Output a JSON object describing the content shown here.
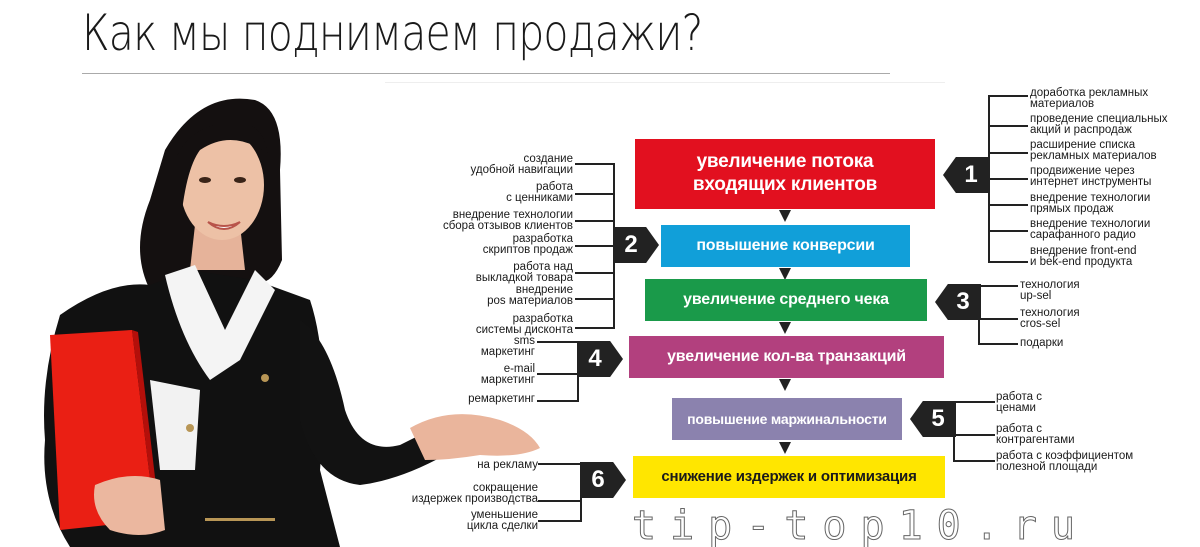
{
  "title": "Как мы поднимаем продажи?",
  "colors": {
    "step1": "#e2101f",
    "step2": "#119fd9",
    "step3": "#1a9a4a",
    "step4": "#b2407e",
    "step5": "#8b82ae",
    "step6": "#ffe600",
    "badge": "#222222"
  },
  "steps": [
    {
      "number": "1",
      "line1": "увеличение потока",
      "line2": "входящих клиентов",
      "branches": [
        [
          "доработка рекламных",
          "материалов"
        ],
        [
          "проведение специальных",
          "акций и распродаж"
        ],
        [
          "расширение списка",
          "рекламных материалов"
        ],
        [
          "продвижение через",
          "интернет инструменты"
        ],
        [
          "внедрение технологии",
          "прямых продаж"
        ],
        [
          "внедрение технологии",
          "сарафанного радио"
        ],
        [
          "внедрение front-end",
          "и bek-end продукта"
        ]
      ]
    },
    {
      "number": "2",
      "label": "повышение конверсии",
      "branches": [
        [
          "создание",
          "удобной навигации"
        ],
        [
          "работа",
          "с ценниками"
        ],
        [
          "внедрение технологии",
          "сбора отзывов клиентов"
        ],
        [
          "разработка",
          "скриптов продаж"
        ],
        [
          "работа над",
          "выкладкой товара"
        ],
        [
          "внедрение",
          "pos материалов"
        ],
        [
          "разработка",
          "системы дисконта"
        ]
      ]
    },
    {
      "number": "3",
      "label": "увеличение среднего чека",
      "branches": [
        [
          "технология",
          "up-sel"
        ],
        [
          "технология",
          "cros-sel"
        ],
        [
          "подарки"
        ]
      ]
    },
    {
      "number": "4",
      "label": "увеличение кол-ва транзакций",
      "branches": [
        [
          "sms",
          "маркетинг"
        ],
        [
          "e-mail",
          "маркетинг"
        ],
        [
          "ремаркетинг"
        ]
      ]
    },
    {
      "number": "5",
      "label": "повышение маржинальности",
      "branches": [
        [
          "работа с",
          "ценами"
        ],
        [
          "работа с",
          "контрагентами"
        ],
        [
          "работа с коэффициентом",
          "полезной площади"
        ]
      ]
    },
    {
      "number": "6",
      "label": "снижение издержек и оптимизация",
      "branches": [
        [
          "на рекламу"
        ],
        [
          "сокращение",
          "издержек производства"
        ],
        [
          "уменьшение",
          "цикла сделки"
        ]
      ]
    }
  ],
  "watermark": "tip-top10.ru"
}
